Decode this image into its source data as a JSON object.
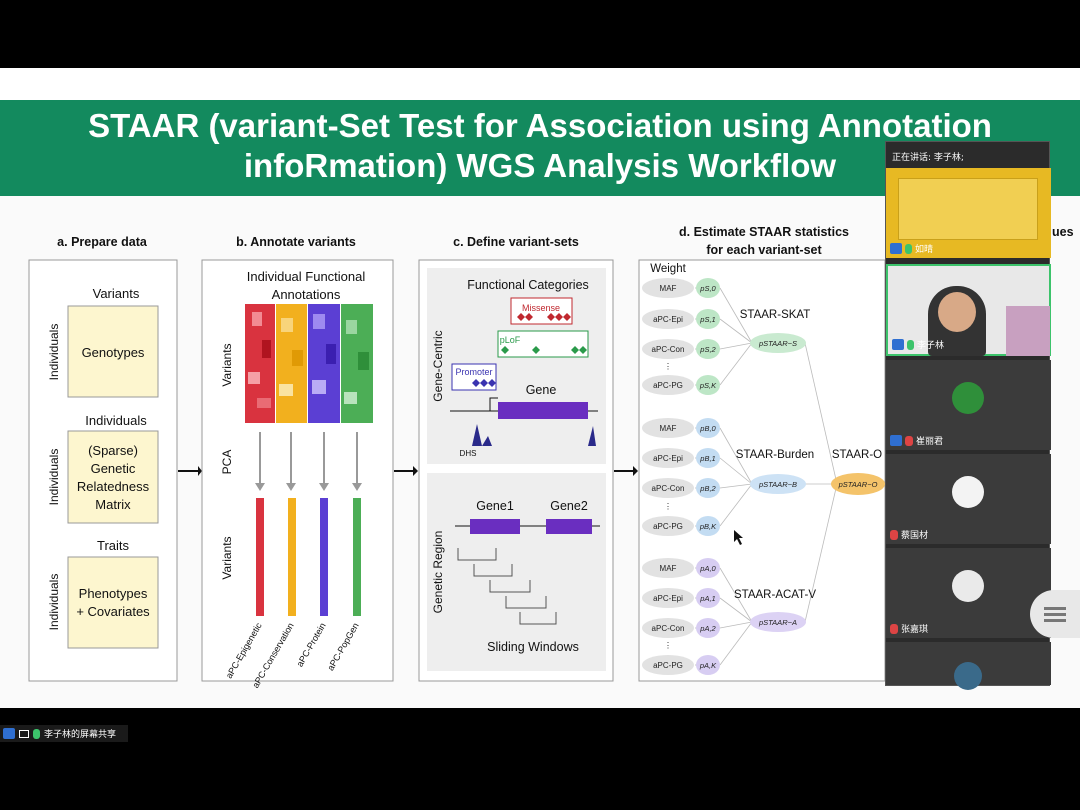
{
  "slide": {
    "title_line1": "STAAR (variant-Set Test for Association using Annotation",
    "title_line2": "infoRmation) WGS Analysis Workflow",
    "sections": {
      "a": "a. Prepare data",
      "b": "b. Annotate variants",
      "c": "c. Define variant-sets",
      "d_line1": "d. Estimate STAAR statistics",
      "d_line2": "for each variant-set",
      "e_fragment": "ues"
    },
    "prepare": {
      "variants_label": "Variants",
      "genotypes": "Genotypes",
      "individuals_side": "Individuals",
      "individuals_top": "Individuals",
      "sparse_lines": [
        "(Sparse)",
        "Genetic",
        "Relatedness",
        "Matrix"
      ],
      "traits": "Traits",
      "phenotypes_lines": [
        "Phenotypes",
        "+ Covariates"
      ]
    },
    "annotate": {
      "header_line1": "Individual Functional",
      "header_line2": "Annotations",
      "variants_upper": "Variants",
      "pca": "PCA",
      "variants_lower": "Variants",
      "apc_labels": [
        "aPC-Epigenetic",
        "aPC-Conservation",
        "aPC-Protein",
        "aPC-PopGen"
      ]
    },
    "define": {
      "functional_categories": "Functional Categories",
      "missense": "Missense",
      "plof": "pLoF",
      "promoter": "Promoter",
      "gene": "Gene",
      "dhs": "DHS",
      "gene_centric": "Gene-Centric",
      "gene1": "Gene1",
      "gene2": "Gene2",
      "genetic_region": "Genetic Region",
      "sliding_windows": "Sliding Windows"
    },
    "estimate": {
      "weight": "Weight",
      "weights": [
        "MAF",
        "aPC-Epi",
        "aPC-Con",
        "⋮",
        "aPC-PG"
      ],
      "skat": "STAAR-SKAT",
      "burden": "STAAR-Burden",
      "acatv": "STAAR-ACAT-V",
      "omnibus": "STAAR-O",
      "p_skat": [
        "pS,0",
        "pS,1",
        "pS,2",
        "pS,K"
      ],
      "p_burden": [
        "pB,0",
        "pB,1",
        "pB,2",
        "pB,K"
      ],
      "p_acat": [
        "pA,0",
        "pA,1",
        "pA,2",
        "pA,K"
      ],
      "p_staar_s": "pSTAAR−S",
      "p_staar_b": "pSTAAR−B",
      "p_staar_a": "pSTAAR−A",
      "p_staar_o": "pSTAAR−O"
    }
  },
  "meeting": {
    "speaking_now": "正在讲话: 李子林;",
    "participants": [
      "如晴",
      "李子林",
      "崔丽君",
      "蔡国材",
      "张嘉琪"
    ],
    "share_status": "李子林的屏幕共享",
    "colors": {
      "title_green": "#138a5e",
      "active_border": "#3cc36b"
    }
  }
}
